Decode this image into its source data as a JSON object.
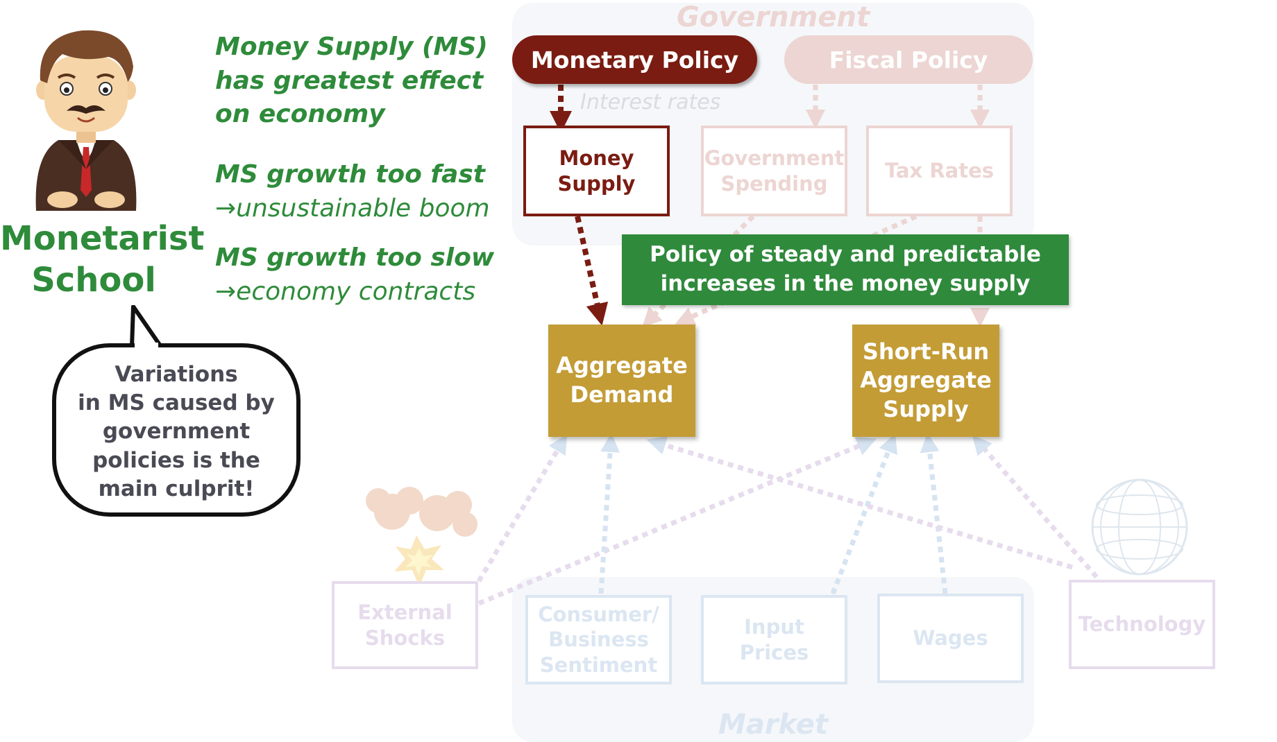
{
  "character": {
    "school_line1": "Monetarist",
    "school_line2": "School",
    "bubble_lines": [
      "Variations",
      "in MS caused by",
      "government",
      "policies is the",
      "main culprit!"
    ]
  },
  "statements": [
    {
      "lines": [
        "Money Supply (MS)",
        "has greatest effect",
        "on economy"
      ]
    },
    {
      "head": "MS growth too fast",
      "arrow": "→",
      "tail": "unsustainable boom"
    },
    {
      "head": "MS growth too slow",
      "arrow": "→",
      "tail": "economy contracts"
    }
  ],
  "government": {
    "title": "Government",
    "monetary_policy": "Monetary Policy",
    "fiscal_policy": "Fiscal Policy",
    "interest_rates": "Interest rates",
    "money_supply": [
      "Money",
      "Supply"
    ],
    "government_spending": [
      "Government",
      "Spending"
    ],
    "tax_rates": "Tax Rates"
  },
  "policy_banner": [
    "Policy of steady and predictable",
    "increases in the money supply"
  ],
  "aggregate_demand": [
    "Aggregate",
    "Demand"
  ],
  "short_run_supply": [
    "Short-Run",
    "Aggregate",
    "Supply"
  ],
  "market": {
    "title": "Market",
    "external_shocks": [
      "External",
      "Shocks"
    ],
    "sentiment": [
      "Consumer/",
      "Business",
      "Sentiment"
    ],
    "input_prices": "Input Prices",
    "wages": "Wages",
    "technology": "Technology"
  },
  "colors": {
    "dark_red": "#7a1c12",
    "green": "#2f8a3c",
    "gold": "#c39c36",
    "faded_red": "#ecd5d2",
    "faded_blue": "#dbe6f2",
    "faded_purple": "#e6dced"
  }
}
